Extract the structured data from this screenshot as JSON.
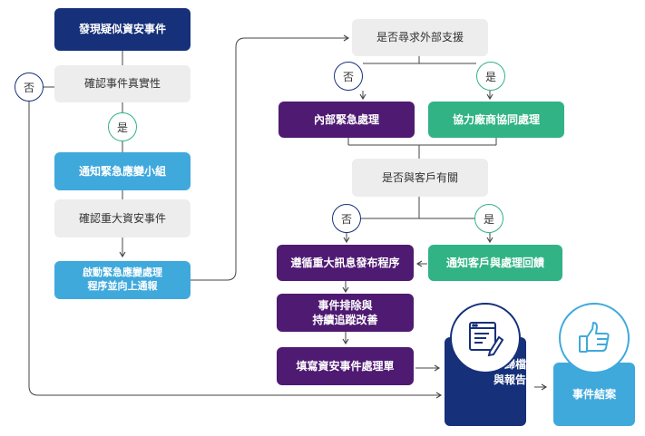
{
  "nodes": {
    "discover": "發現疑似資安事件",
    "confirm_true": "確認事件真實性",
    "notify_team": "通知緊急應變小組",
    "confirm_major": "確認重大資安事件",
    "activate_line1": "啟動緊急應變處理",
    "activate_line2": "程序並向上通報",
    "need_external": "是否尋求外部支援",
    "internal": "內部緊急處理",
    "vendor": "協力廠商協同處理",
    "customer_related": "是否與客戶有關",
    "follow_release": "遵循重大訊息發布程序",
    "notify_customer": "通知客戶與處理回饋",
    "fix_line1": "事件排除與",
    "fix_line2": "持續追蹤改善",
    "fill_form": "填寫資安事件處理單",
    "archive_line1": "事件歸檔",
    "archive_line2": "與報告",
    "closed": "事件結案"
  },
  "decisions": {
    "no": "否",
    "yes": "是"
  },
  "colors": {
    "navy": "#16307a",
    "blue": "#3fa9dc",
    "purple": "#4f1a72",
    "green": "#31b386",
    "gray": "#ededed"
  },
  "icons": [
    "document-edit-icon",
    "thumbs-up-icon"
  ]
}
